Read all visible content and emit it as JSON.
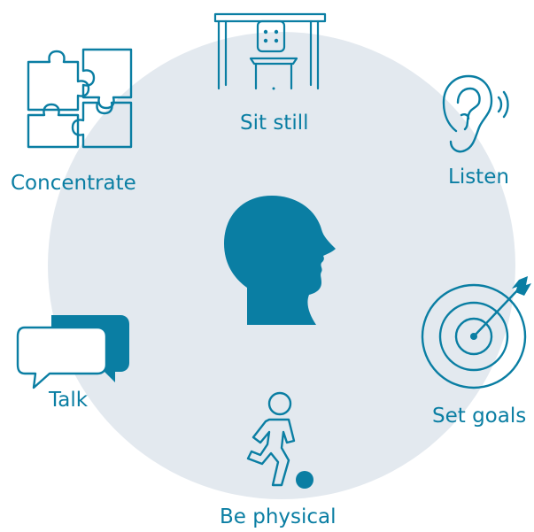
{
  "colors": {
    "accent": "#0a7ea3",
    "circle": "#e3e9ef",
    "background": "#ffffff"
  },
  "center": {
    "icon": "child-head-profile-icon"
  },
  "skills": [
    {
      "label": "Sit still",
      "icon": "school-desk-chair-icon"
    },
    {
      "label": "Listen",
      "icon": "ear-listening-icon"
    },
    {
      "label": "Set goals",
      "icon": "target-arrow-icon"
    },
    {
      "label": "Be physical",
      "icon": "child-kicking-ball-icon"
    },
    {
      "label": "Talk",
      "icon": "speech-bubbles-icon"
    },
    {
      "label": "Concentrate",
      "icon": "puzzle-pieces-icon"
    }
  ]
}
